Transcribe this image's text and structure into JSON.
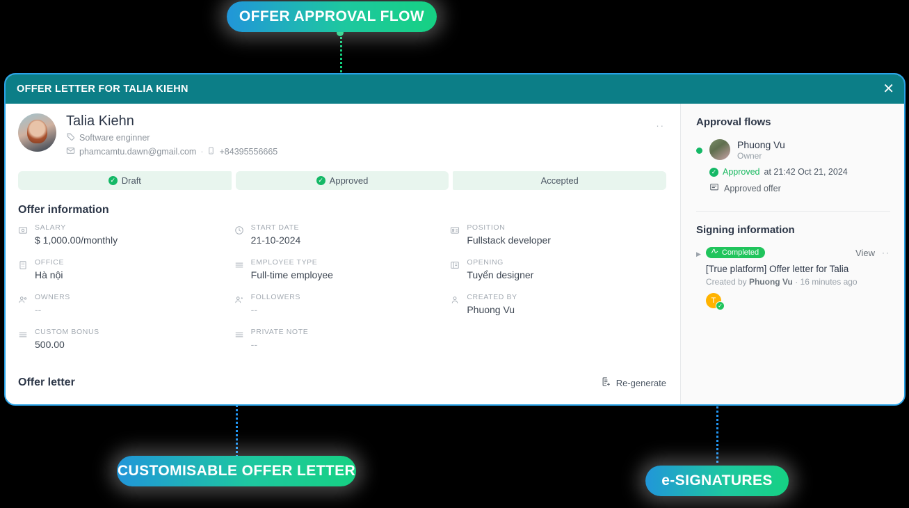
{
  "callouts": {
    "approval_flow": "OFFER APPROVAL FLOW",
    "customisable_letter": "CUSTOMISABLE OFFER LETTER",
    "esignatures": "e-SIGNATURES"
  },
  "card": {
    "header_title": "OFFER LETTER FOR TALIA KIEHN",
    "close_icon": "close-icon"
  },
  "profile": {
    "name": "Talia Kiehn",
    "tag_icon": "tag-icon",
    "role": "Software enginner",
    "mail_icon": "mail-icon",
    "email": "phamcamtu.dawn@gmail.com",
    "separator": "·",
    "phone_icon": "phone-icon",
    "phone": "+84395556665",
    "overflow_menu": "··"
  },
  "status_steps": [
    {
      "label": "Draft",
      "done": true
    },
    {
      "label": "Approved",
      "done": true
    },
    {
      "label": "Accepted",
      "done": false
    }
  ],
  "offer_information": {
    "title": "Offer information",
    "fields": [
      {
        "icon": "salary-icon",
        "label": "SALARY",
        "value": "$ 1,000.00/monthly",
        "muted": false
      },
      {
        "icon": "clock-icon",
        "label": "START DATE",
        "value": "21-10-2024",
        "muted": false
      },
      {
        "icon": "id-card-icon",
        "label": "POSITION",
        "value": "Fullstack developer",
        "muted": false
      },
      {
        "icon": "building-icon",
        "label": "OFFICE",
        "value": "Hà nội",
        "muted": false
      },
      {
        "icon": "list-icon",
        "label": "EMPLOYEE TYPE",
        "value": "Full-time employee",
        "muted": false
      },
      {
        "icon": "columns-icon",
        "label": "OPENING",
        "value": "Tuyển designer",
        "muted": false
      },
      {
        "icon": "users-icon",
        "label": "OWNERS",
        "value": "--",
        "muted": true
      },
      {
        "icon": "followers-icon",
        "label": "FOLLOWERS",
        "value": "--",
        "muted": true
      },
      {
        "icon": "user-icon",
        "label": "CREATED BY",
        "value": "Phuong Vu",
        "muted": false
      },
      {
        "icon": "list-icon",
        "label": "CUSTOM BONUS",
        "value": "500.00",
        "muted": false
      },
      {
        "icon": "list-icon",
        "label": "PRIVATE NOTE",
        "value": "--",
        "muted": true
      }
    ]
  },
  "offer_letter": {
    "title": "Offer letter",
    "regenerate_label": "Re-generate",
    "regenerate_icon": "document-add-icon"
  },
  "sidebar": {
    "approval_flows_title": "Approval flows",
    "flow": {
      "name": "Phuong Vu",
      "role": "Owner",
      "status": "Approved",
      "status_time": "at 21:42 Oct 21, 2024",
      "note_icon": "comment-icon",
      "note": "Approved offer"
    },
    "signing_title": "Signing information",
    "signing": {
      "caret_icon": "caret-right-icon",
      "badge_icon": "signature-icon",
      "badge": "Completed",
      "view_label": "View",
      "overflow_menu": "··",
      "document": "[True platform] Offer letter for Talia",
      "created_prefix": "Created by",
      "created_by": "Phuong Vu",
      "created_suffix": "· 16 minutes ago",
      "signer_initial": "T"
    }
  },
  "colors": {
    "header_teal": "#0c7e87",
    "card_border_blue": "#29a3e8",
    "green": "#13cf7e",
    "blue": "#2196f3",
    "badge_gradient_start": "#2196d9",
    "badge_gradient_end": "#16d183"
  }
}
